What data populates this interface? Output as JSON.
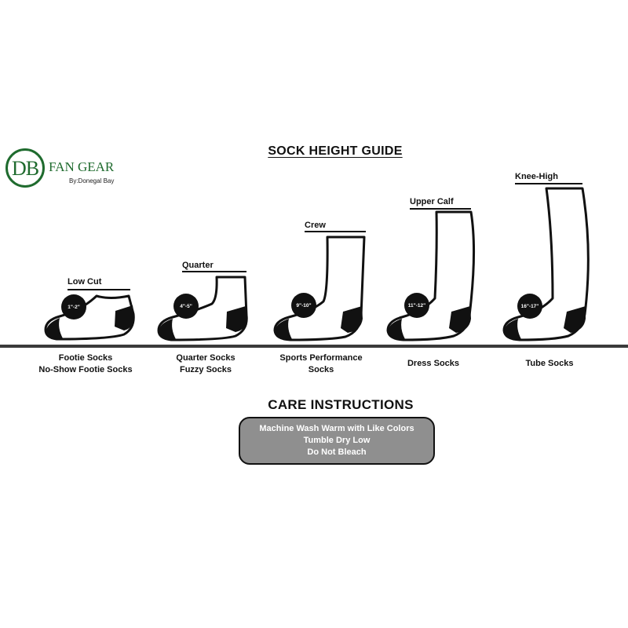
{
  "brand": {
    "mark": "DB",
    "name": "FAN GEAR",
    "byline": "By:Donegal Bay",
    "color": "#1f6b2e"
  },
  "guide_title": "SOCK HEIGHT GUIDE",
  "socks": [
    {
      "height_label": "Low Cut",
      "range": "1\"-2\"",
      "category_lines": [
        "Footie Socks",
        "No-Show Footie Socks"
      ]
    },
    {
      "height_label": "Quarter",
      "range": "4\"-5\"",
      "category_lines": [
        "Quarter Socks",
        "Fuzzy Socks"
      ]
    },
    {
      "height_label": "Crew",
      "range": "9\"-10\"",
      "category_lines": [
        "Sports Performance",
        "Socks"
      ]
    },
    {
      "height_label": "Upper Calf",
      "range": "11\"-12\"",
      "category_lines": [
        "Dress Socks"
      ]
    },
    {
      "height_label": "Knee-High",
      "range": "16\"-17\"",
      "category_lines": [
        "Tube Socks"
      ]
    }
  ],
  "care": {
    "title": "CARE INSTRUCTIONS",
    "lines": [
      "Machine Wash Warm with Like Colors",
      "Tumble Dry Low",
      "Do Not Bleach"
    ],
    "box_color": "#8f8f8f"
  }
}
